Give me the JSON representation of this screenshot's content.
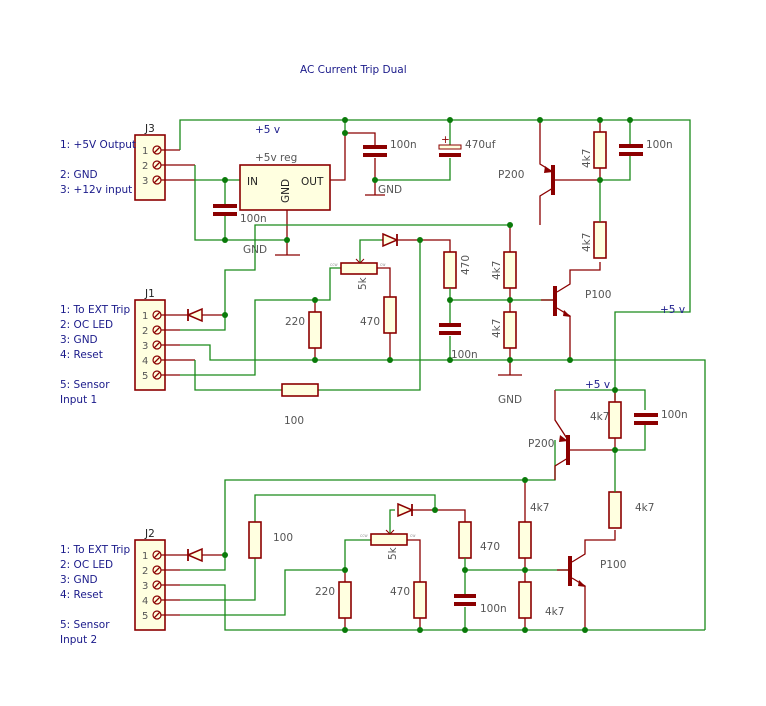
{
  "title": "AC Current Trip Dual",
  "nets": {
    "vcc": "+5 v",
    "gnd": "GND"
  },
  "connectors": {
    "j3": {
      "ref": "J3",
      "pins": [
        "1",
        "2",
        "3"
      ],
      "labels": [
        "1: +5V Output",
        "2: GND",
        "3: +12v input"
      ]
    },
    "j1": {
      "ref": "J1",
      "pins": [
        "1",
        "2",
        "3",
        "4",
        "5"
      ],
      "labels": [
        "1: To EXT Trip",
        "2: OC LED",
        "3: GND",
        "4: Reset",
        "5: Sensor",
        "Input 1"
      ]
    },
    "j2": {
      "ref": "J2",
      "pins": [
        "1",
        "2",
        "3",
        "4",
        "5"
      ],
      "labels": [
        "1: To EXT Trip",
        "2: OC LED",
        "3: GND",
        "4: Reset",
        "5: Sensor",
        "Input 2"
      ]
    }
  },
  "regulator": {
    "name": "+5v reg",
    "pin_in": "IN",
    "pin_out": "OUT",
    "pin_gnd": "GND"
  },
  "power_components": {
    "c_in": "100n",
    "c_out": "100n",
    "c_bulk": "470uf",
    "c_bulk_polarity": "+"
  },
  "channel1": {
    "q_pnp": "P200",
    "q_npn": "P100",
    "r_pnp_be": "4k7",
    "c_pnp_be": "100n",
    "r_pnp_base": "4k7",
    "r_npn_top": "4k7",
    "r_npn_bot": "4k7",
    "r_470_top": "470",
    "c_filter": "100n",
    "pot": "5k",
    "pot_ccw": "ccw",
    "pot_cw": "cw",
    "r_220": "220",
    "r_470": "470",
    "r_100": "100"
  },
  "channel2": {
    "q_pnp": "P200",
    "q_npn": "P100",
    "r_pnp_be": "4k7",
    "c_pnp_be": "100n",
    "r_pnp_base": "4k7",
    "r_npn_top": "4k7",
    "r_npn_bot": "4k7",
    "r_470_top": "470",
    "c_filter": "100n",
    "pot": "5k",
    "pot_ccw": "ccw",
    "pot_cw": "cw",
    "r_220": "220",
    "r_470": "470",
    "r_100": "100"
  }
}
